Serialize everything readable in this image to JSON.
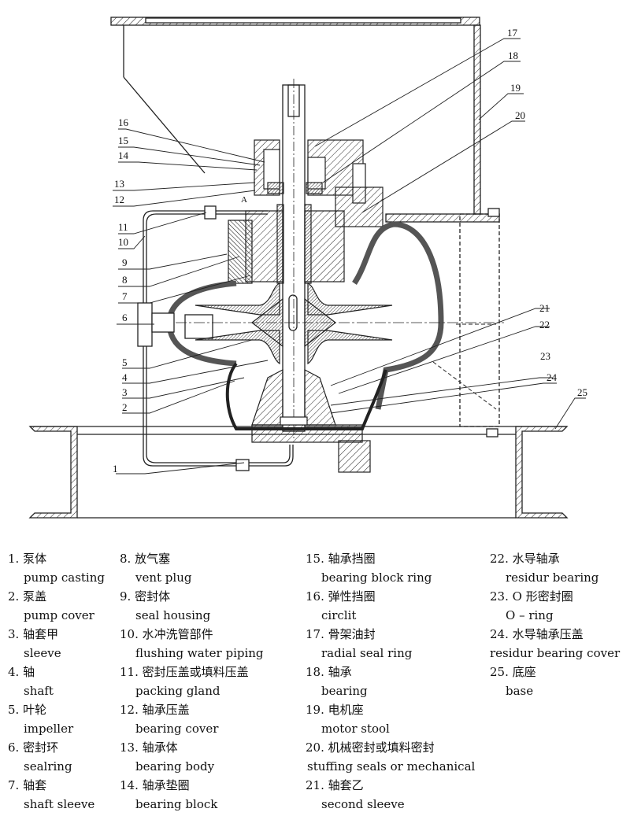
{
  "figure": {
    "title": "Vertical pump cross-section assembly drawing",
    "section_marker": "A"
  },
  "callouts": [
    "1",
    "2",
    "3",
    "4",
    "5",
    "6",
    "7",
    "8",
    "9",
    "10",
    "11",
    "12",
    "13",
    "14",
    "15",
    "16",
    "17",
    "18",
    "19",
    "20",
    "21",
    "22",
    "23",
    "24",
    "25"
  ],
  "legend": {
    "columns": [
      [
        {
          "num": "1.",
          "cn": "泵体",
          "en": "pump casting"
        },
        {
          "num": "2.",
          "cn": "泵盖",
          "en": "pump cover"
        },
        {
          "num": "3.",
          "cn": "轴套甲",
          "en": "sleeve"
        },
        {
          "num": "4.",
          "cn": "轴",
          "en": "shaft"
        },
        {
          "num": "5.",
          "cn": "叶轮",
          "en": "impeller"
        },
        {
          "num": "6.",
          "cn": "密封环",
          "en": "sealring"
        },
        {
          "num": "7.",
          "cn": "轴套",
          "en": "shaft sleeve"
        }
      ],
      [
        {
          "num": "8.",
          "cn": "放气塞",
          "en": "vent plug"
        },
        {
          "num": "9.",
          "cn": "密封体",
          "en": "seal housing"
        },
        {
          "num": "10.",
          "cn": "水冲洗管部件",
          "en": "flushing water piping"
        },
        {
          "num": "11.",
          "cn": "密封压盖或填料压盖",
          "en": "packing gland"
        },
        {
          "num": "12.",
          "cn": "轴承压盖",
          "en": "bearing cover"
        },
        {
          "num": "13.",
          "cn": "轴承体",
          "en": "bearing body"
        },
        {
          "num": "14.",
          "cn": "轴承垫圈",
          "en": "bearing block"
        }
      ],
      [
        {
          "num": "15.",
          "cn": "轴承挡圈",
          "en": "bearing block ring"
        },
        {
          "num": "16.",
          "cn": "弹性挡圈",
          "en": "circlit"
        },
        {
          "num": "17.",
          "cn": "骨架油封",
          "en": "radial seal ring"
        },
        {
          "num": "18.",
          "cn": "轴承",
          "en": "bearing"
        },
        {
          "num": "19.",
          "cn": "电机座",
          "en": "motor stool"
        },
        {
          "num": "20.",
          "cn": "机械密封或填料密封",
          "en": "stuffing seals or mechanical"
        },
        {
          "num": "21.",
          "cn": "轴套乙",
          "en": "second sleeve"
        }
      ],
      [
        {
          "num": "22.",
          "cn": "水导轴承",
          "en": "residur bearing"
        },
        {
          "num": "23.",
          "cn": "O 形密封圈",
          "en": "O – ring"
        },
        {
          "num": "24.",
          "cn": "水导轴承压盖",
          "en": "residur bearing cover"
        },
        {
          "num": "25.",
          "cn": "底座",
          "en": "base"
        }
      ]
    ]
  }
}
